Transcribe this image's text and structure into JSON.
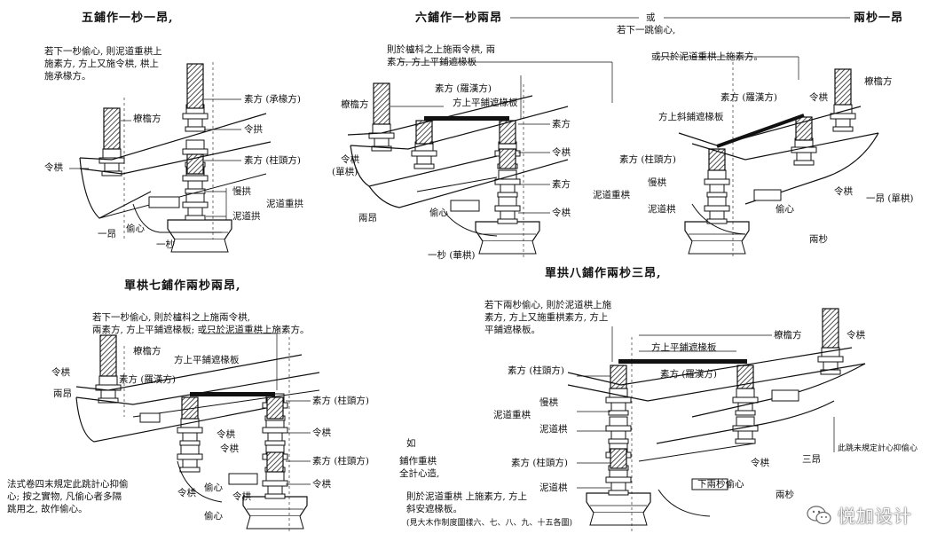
{
  "panels": {
    "p1": {
      "title": "五鋪作一杪一昂,",
      "note": [
        "若下一杪偷心, 則泥道重栱上",
        "施素方, 方上又施令栱, 栱上",
        "施承椽方。"
      ],
      "labels": {
        "l1": "素方 (承椽方)",
        "l2": "令拱",
        "l3": "素方 (柱頭方)",
        "l4": "橑檐方",
        "l5": "慢拱",
        "l6": "泥道重拱",
        "l7": "泥道拱",
        "l8": "令栱",
        "l9": "一昂",
        "l10": "偷心",
        "l11": "一杪"
      }
    },
    "p2": {
      "title": "六鋪作一杪兩昂",
      "or": "或",
      "sub": "若下一跳偷心,",
      "title_right": "兩杪一昂",
      "note": [
        "則於櫨枓之上施兩令栱, 兩",
        "素方, 方上平鋪遮椽板"
      ],
      "note_right": "或只於泥道重栱上施素方。",
      "labels": {
        "l1": "素方 (羅漢方)",
        "l2": "方上平鋪遮椽板",
        "l3": "橑檐方",
        "l4": "令栱",
        "l5": "(單栱)",
        "l6": "素方",
        "l7": "令栱",
        "l8": "素方",
        "l9": "令栱",
        "l10": "偷心",
        "l11": "兩昂",
        "l12": "一杪 (華栱)"
      },
      "labels_right": {
        "r1": "橑檐方",
        "r2": "素方 (羅漢方)",
        "r3": "令栱",
        "r4": "方上斜鋪遮椽板",
        "r5": "素方 (柱頭方)",
        "r6": "慢栱",
        "r7": "泥道重栱",
        "r8": "泥道栱",
        "r9": "偷心",
        "r10": "令栱",
        "r11": "一昂 (單栱)",
        "r12": "兩杪"
      }
    },
    "p3": {
      "title": "單栱七鋪作兩杪兩昂,",
      "note": [
        "若下一杪偷心, 則於櫨枓之上施兩令栱,",
        "兩素方, 方上平鋪遮椽板; 或只於泥道重栱上施素方。"
      ],
      "labels": {
        "l1": "橑檐方",
        "l2": "方上平鋪遮椽板",
        "l3": "令栱",
        "l4": "素方 (羅漢方)",
        "l5": "兩昂",
        "l6": "素方 (柱頭方)",
        "l7": "令栱",
        "l8": "令栱",
        "l9": "令栱",
        "l10": "素方 (柱頭方)",
        "l11": "令栱",
        "l12": "偷心",
        "l13": "令栱",
        "l14": "偷心",
        "l15": "令栱"
      },
      "side_note": [
        "法式卷四末規定此跳計心抑偷",
        "心; 按之實物, 凡偷心者多隔",
        "跳用之, 故作偷心。"
      ]
    },
    "p4": {
      "title": "單拱八鋪作兩杪三昂,",
      "note": [
        "若下兩杪偷心, 則於泥道栱上施",
        "素方, 方上又施重栱素方, 方上",
        "平鋪遮椽板。"
      ],
      "labels": {
        "l1": "橑檐方",
        "l2": "令栱",
        "l3": "方上平鋪遮椽板",
        "l4": "素方 (柱頭方)",
        "l5": "素方 (羅漢方)",
        "l6": "慢栱",
        "l7": "泥道重栱",
        "l8": "泥道栱",
        "l9": "素方 (柱頭方)",
        "l10": "令栱",
        "l11": "泥道栱",
        "l12": "下兩杪偷心",
        "l13": "兩杪",
        "l14": "三昂",
        "l15": "此跳未規定計心抑偷心"
      },
      "side": [
        "如",
        "鋪作重栱",
        "全計心造,",
        "則於泥道重栱 上施素方, 方上",
        "斜安遮椽板。"
      ],
      "footnote": "(見大木作制度圖樣六、七、八、九、十五各圖)"
    }
  },
  "watermark": {
    "text": "悦加设计",
    "icon": "wechat-icon"
  }
}
